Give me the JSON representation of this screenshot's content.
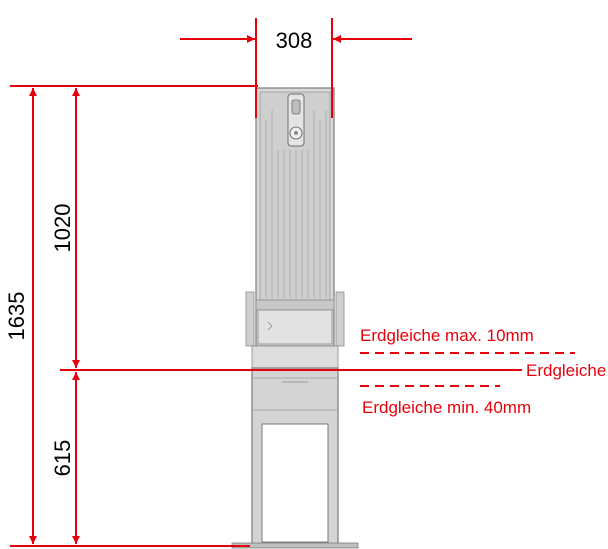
{
  "dimensions": {
    "width": "308",
    "total_height": "1635",
    "above_ground": "1020",
    "below_ground": "615"
  },
  "ground_labels": {
    "max": "Erdgleiche max. 10mm",
    "level": "Erdgleiche",
    "min": "Erdgleiche min. 40mm"
  },
  "colors": {
    "dimension": "#e8000b",
    "housing_fill": "#d6d6d6",
    "housing_stroke": "#7a7a7a",
    "text": "#000000"
  }
}
